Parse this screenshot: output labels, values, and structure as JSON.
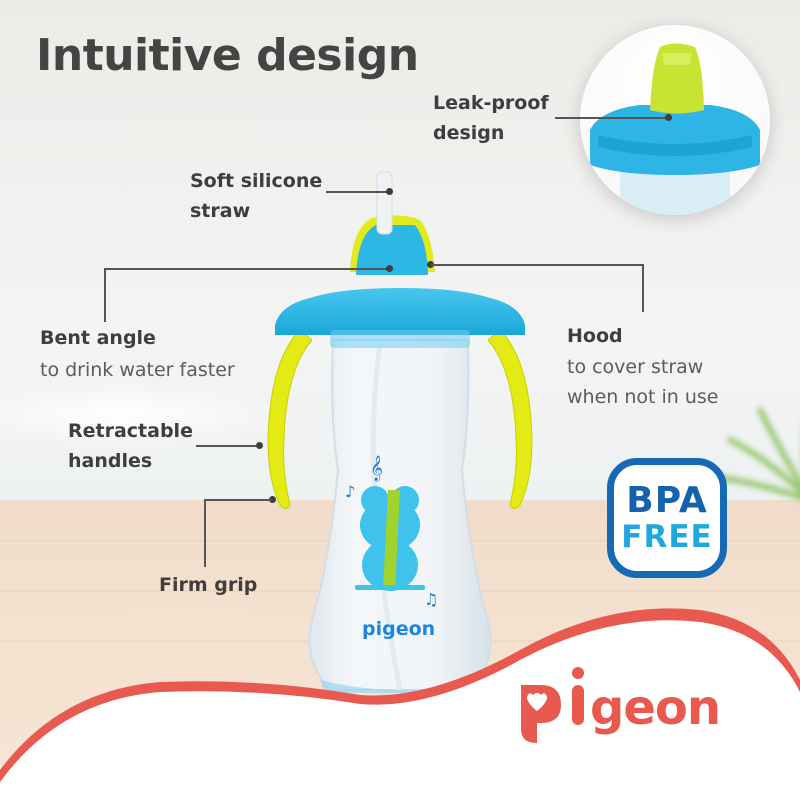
{
  "header": {
    "title": "Intuitive design"
  },
  "features": [
    {
      "id": "leak-proof",
      "title_line1": "Leak-proof",
      "title_line2": "design"
    },
    {
      "id": "straw",
      "title_line1": "Soft silicone",
      "title_line2": "straw"
    },
    {
      "id": "bent-angle",
      "title": "Bent angle",
      "subtitle": "to drink water faster"
    },
    {
      "id": "hood",
      "title": "Hood",
      "subtitle_line1": "to cover straw",
      "subtitle_line2": "when not in use"
    },
    {
      "id": "handles",
      "title_line1": "Retractable",
      "title_line2": "handles"
    },
    {
      "id": "grip",
      "title": "Firm grip"
    }
  ],
  "badge": {
    "line1": "BPA",
    "line2": "FREE",
    "border_color": "#1569b5",
    "line1_color": "#1462ad",
    "line2_color": "#21a7df"
  },
  "product": {
    "bottle_logo": "pigeon",
    "lid_color": "#2cb7e4",
    "handle_color": "#e3ea14",
    "hood_color": "#c6dc2a"
  },
  "brand": {
    "logo_text": "pigeon",
    "color": "#e85a50"
  }
}
